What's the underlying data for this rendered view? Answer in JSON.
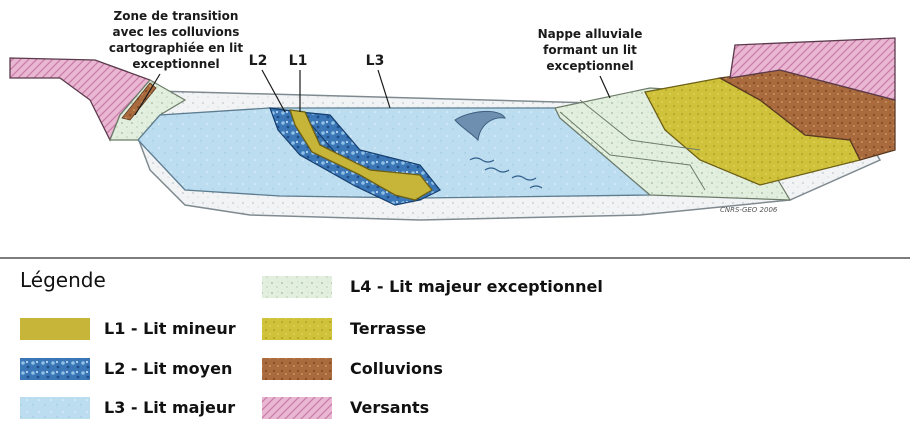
{
  "annotations": {
    "transition_zone": [
      "Zone de transition",
      "avec les colluvions",
      "cartographiée en lit",
      "exceptionnel"
    ],
    "alluvial_aquifer": [
      "Nappe alluviale",
      "formant un lit",
      "exceptionnel"
    ],
    "l1": "L1",
    "l2": "L2",
    "l3": "L3",
    "signature": "CNRS-GEO 2006"
  },
  "legend": {
    "title": "Légende",
    "items": [
      {
        "label": "L1 - Lit mineur",
        "color": "#c9b62a"
      },
      {
        "label": "L2 - Lit moyen",
        "color": "#3f77b8"
      },
      {
        "label": "L3 - Lit majeur",
        "color": "#b8dcef"
      },
      {
        "label": "L4 - Lit majeur exceptionnel",
        "color": "#dfeede"
      },
      {
        "label": "Terrasse",
        "color": "#cdbf3a"
      },
      {
        "label": "Colluvions",
        "color": "#a86a3a"
      },
      {
        "label": "Versants",
        "color": "#e7b3cf"
      }
    ]
  }
}
